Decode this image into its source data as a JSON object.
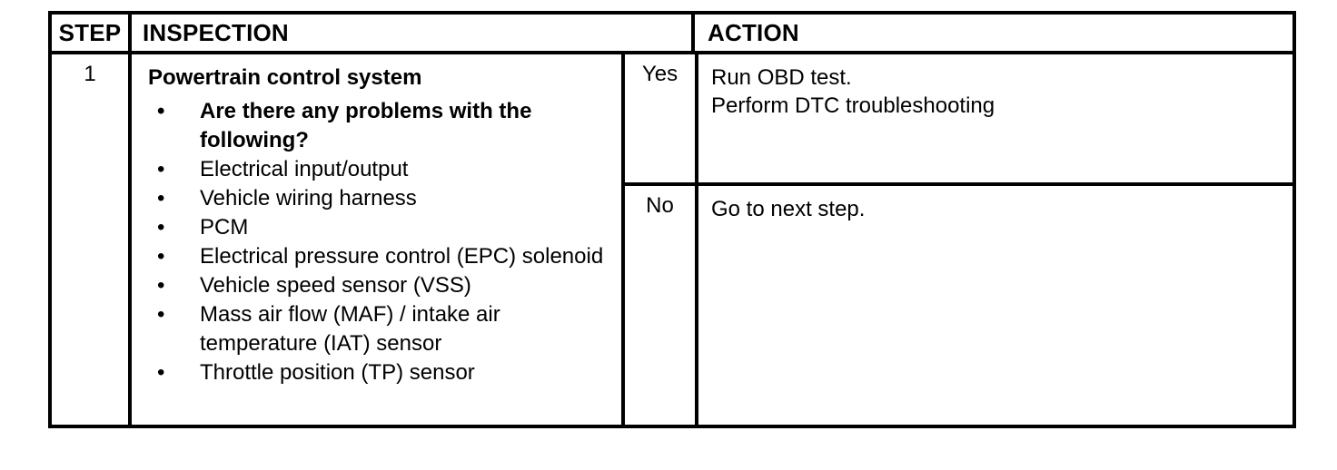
{
  "table": {
    "headers": {
      "step": "STEP",
      "inspection": "INSPECTION",
      "action": "ACTION"
    },
    "rows": [
      {
        "step": "1",
        "inspection": {
          "title": "Powertrain control system",
          "bullets": [
            {
              "text": "Are there any problems with the following?",
              "bold": true
            },
            {
              "text": "Electrical input/output",
              "bold": false
            },
            {
              "text": "Vehicle wiring harness",
              "bold": false
            },
            {
              "text": "PCM",
              "bold": false
            },
            {
              "text": "Electrical pressure control (EPC) solenoid",
              "bold": false
            },
            {
              "text": "Vehicle speed sensor (VSS)",
              "bold": false
            },
            {
              "text": "Mass air flow (MAF) / intake air temperature (IAT) sensor",
              "bold": false
            },
            {
              "text": "Throttle position (TP) sensor",
              "bold": false
            }
          ],
          "bullet_glyph": "•"
        },
        "answers": [
          {
            "label": "Yes",
            "action_lines": [
              "Run OBD test.",
              "Perform DTC troubleshooting"
            ]
          },
          {
            "label": "No",
            "action_lines": [
              "Go to next step."
            ]
          }
        ]
      }
    ]
  },
  "colors": {
    "ink": "#000000",
    "paper": "#ffffff"
  }
}
